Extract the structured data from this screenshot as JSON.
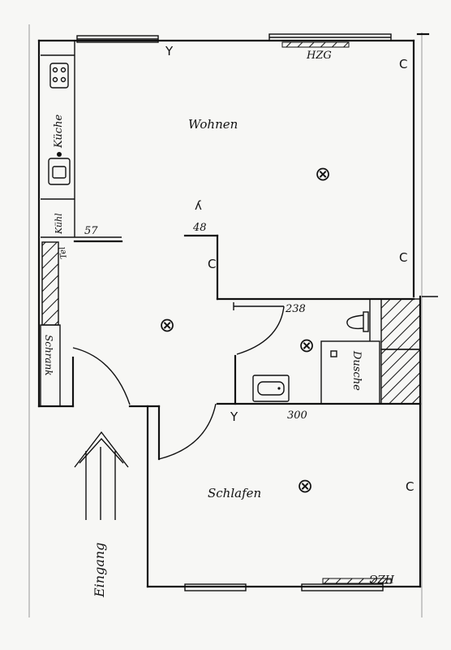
{
  "rooms": {
    "living": "Wohnen",
    "bedroom": "Schlafen",
    "kitchen": "Küche",
    "fridge": "Kühl",
    "wardrobe": "Schrank",
    "shower": "Dusche",
    "entrance": "Eingang"
  },
  "heating": {
    "top": "HZG",
    "bottom": "HZG"
  },
  "dimensions": {
    "d57": "57",
    "d48": "48",
    "d238": "238",
    "d300": "300",
    "tel": "Tel"
  },
  "symbols": {
    "antenna": "Y",
    "outlet": "C",
    "light": "⊗",
    "wall_light": "ʎ"
  },
  "colors": {
    "ink": "#111111",
    "paper": "#f7f7f5"
  }
}
